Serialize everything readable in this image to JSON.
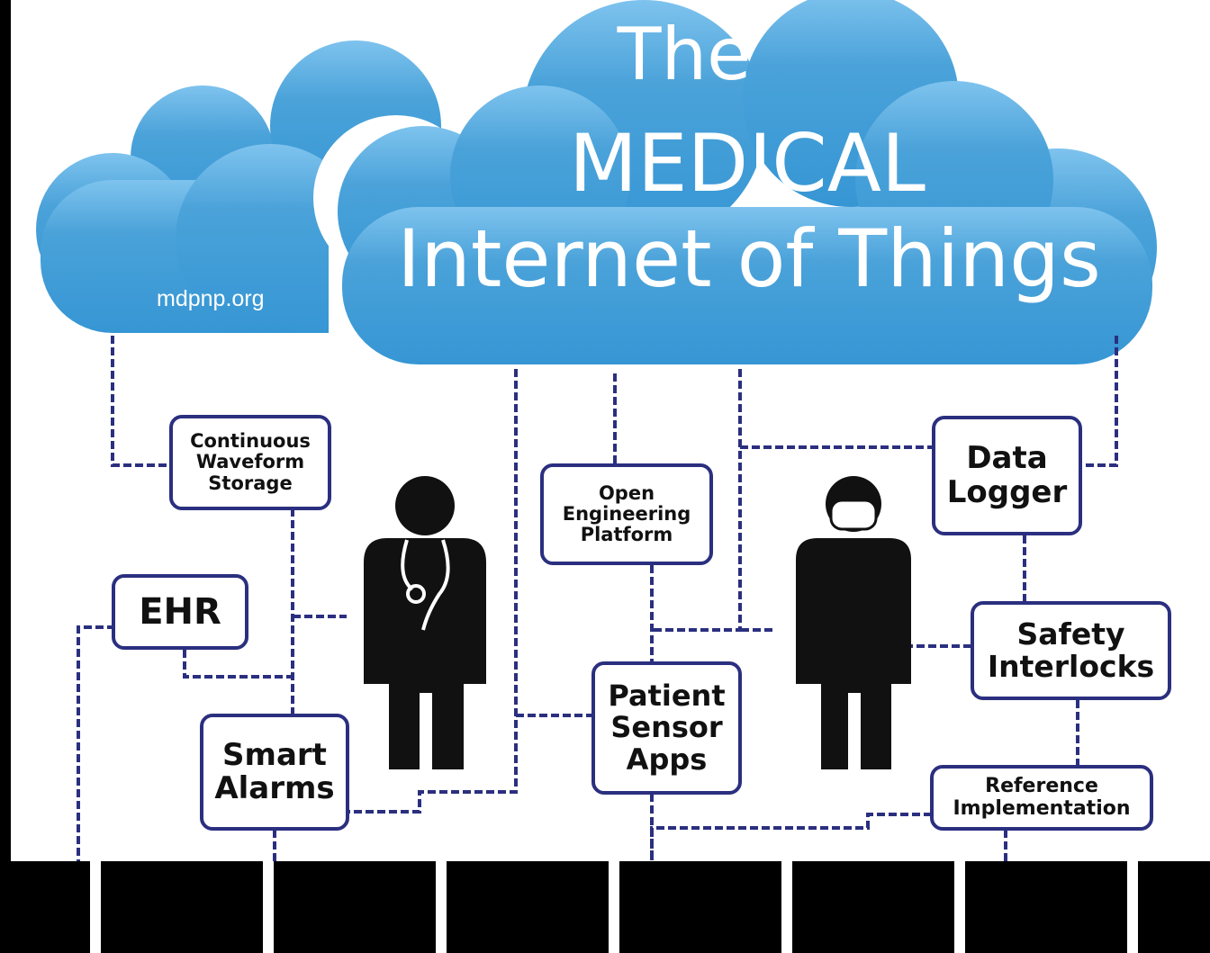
{
  "title": {
    "line1": "The",
    "line2": "MEDICAL",
    "line3": "Internet of Things"
  },
  "website": "mdpnp.org",
  "nodes": {
    "waveform_storage": [
      "Continuous",
      "Waveform",
      "Storage"
    ],
    "ehr": [
      "EHR"
    ],
    "smart_alarms": [
      "Smart",
      "Alarms"
    ],
    "open_platform": [
      "Open",
      "Engineering",
      "Platform"
    ],
    "patient_sensor_apps": [
      "Patient",
      "Sensor",
      "Apps"
    ],
    "data_logger": [
      "Data",
      "Logger"
    ],
    "safety_interlocks": [
      "Safety",
      "Interlocks"
    ],
    "reference_implementation": [
      "Reference",
      "Implementation"
    ]
  },
  "figures": [
    "clinician-with-stethoscope",
    "clinician-with-mask"
  ],
  "colors": {
    "cloud": "#4aa2d9",
    "cloud_dark": "#2f8fd0",
    "connector": "#2b2f7f",
    "box_border": "#2b2f7f",
    "title_text": "#ffffff",
    "figure": "#111111"
  }
}
